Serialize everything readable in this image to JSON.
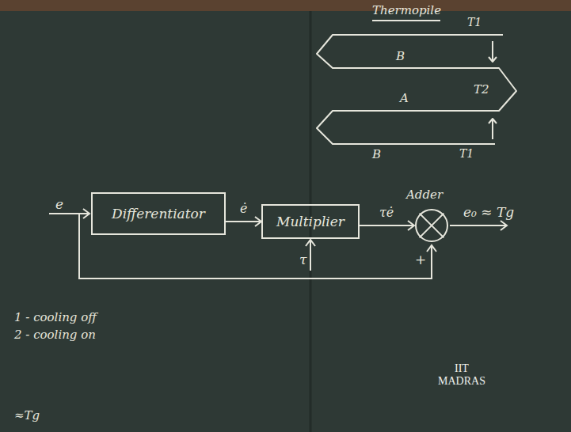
{
  "diagram": {
    "nodes": [
      {
        "text": [
          "Differentiator"
        ]
      },
      {
        "text": [
          "Multiplier"
        ]
      },
      {
        "text": [
          "Adder"
        ]
      }
    ],
    "edges": [
      {
        "from": 0,
        "to": 1,
        "arrow": "to",
        "label": "ė"
      },
      {
        "from": 1,
        "to": 2,
        "arrow": "to",
        "label": "τė"
      }
    ],
    "labels": [
      "Thermopile",
      "T1",
      "B",
      "T2",
      "A",
      "B",
      "T1",
      "e",
      "τ",
      "+",
      "e₀ ≈ Tg",
      "1 - cooling off",
      "2 - cooling on",
      "≈Tg",
      "IIT MADRAS"
    ]
  }
}
